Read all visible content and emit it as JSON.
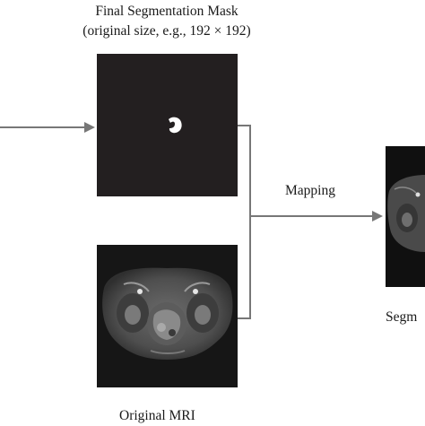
{
  "diagram": {
    "mask_title_line1": "Final Segmentation Mask",
    "mask_title_line2": "(original size, e.g., 192 × 192)",
    "mapping_label": "Mapping",
    "mri_label": "Original MRI",
    "result_label_partial": "Segm"
  },
  "colors": {
    "arrow": "#777777",
    "panel_bg": "#231f20",
    "mask_blob": "#ffffff"
  }
}
